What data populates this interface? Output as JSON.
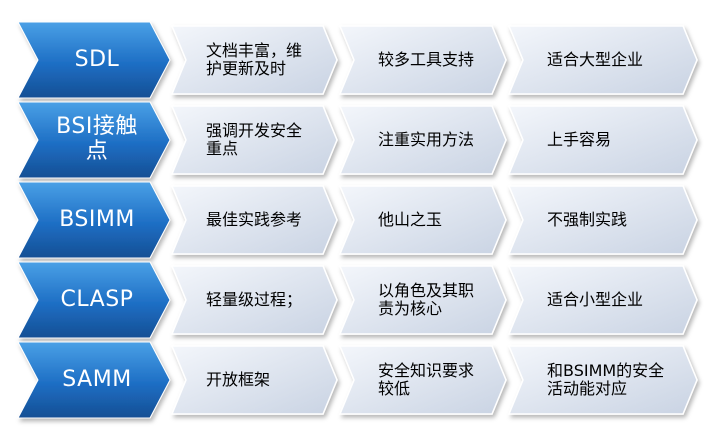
{
  "colors": {
    "method_gradient_top": "#4aa0e6",
    "method_gradient_mid": "#1d6ec4",
    "method_gradient_bottom": "#164f94",
    "cell_gradient_light": "#f3f6fb",
    "cell_gradient_dark": "#c9d3e3",
    "method_text": "#ffffff",
    "cell_text": "#000000"
  },
  "rows": [
    {
      "method": "SDL",
      "cells": [
        "文档丰富，维\n护更新及时",
        "较多工具支持",
        "适合大型企业"
      ]
    },
    {
      "method": "BSI接触\n点",
      "cells": [
        "强调开发安全\n重点",
        "注重实用方法",
        "上手容易"
      ]
    },
    {
      "method": "BSIMM",
      "cells": [
        "最佳实践参考",
        "他山之玉",
        "不强制实践"
      ]
    },
    {
      "method": "CLASP",
      "cells": [
        "轻量级过程；",
        "以角色及其职\n责为核心",
        "适合小型企业"
      ]
    },
    {
      "method": "SAMM",
      "cells": [
        "开放框架",
        "安全知识要求\n较低",
        "和BSIMM的安全\n活动能对应"
      ]
    }
  ]
}
